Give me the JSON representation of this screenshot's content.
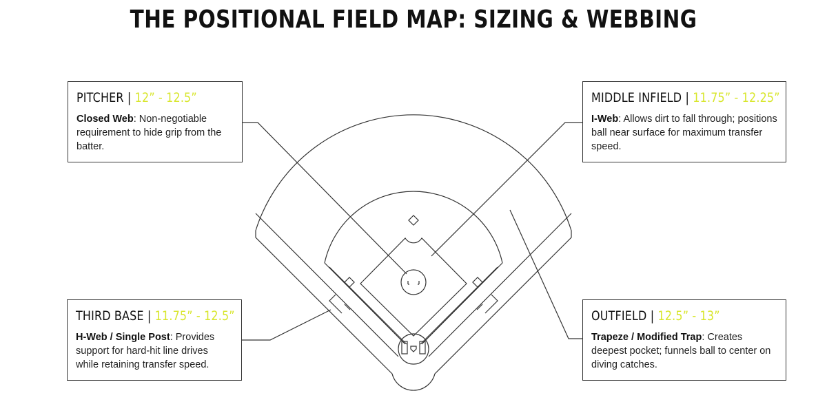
{
  "title": "THE POSITIONAL FIELD MAP: SIZING & WEBBING",
  "colors": {
    "accent": "#d8e62c",
    "line": "#333333",
    "text": "#111111"
  },
  "boxes": {
    "pitcher": {
      "position": "PITCHER |",
      "size": "12” - 12.5”",
      "web": "Closed Web",
      "description": ": Non-negotiable requirement to hide grip from the batter."
    },
    "middle_infield": {
      "position": "MIDDLE INFIELD |",
      "size": "11.75” - 12.25”",
      "web": "I-Web",
      "description": ": Allows dirt to fall through; positions ball near surface for maximum transfer speed."
    },
    "third_base": {
      "position": "THIRD BASE |",
      "size": "11.75” - 12.5”",
      "web": "H-Web / Single Post",
      "description": ": Provides support for hard-hit line drives while retaining transfer speed."
    },
    "outfield": {
      "position": "OUTFIELD |",
      "size": "12.5” - 13”",
      "web": "Trapeze / Modified Trap",
      "description": ": Creates deepest pocket; funnels ball to center on diving catches."
    }
  }
}
